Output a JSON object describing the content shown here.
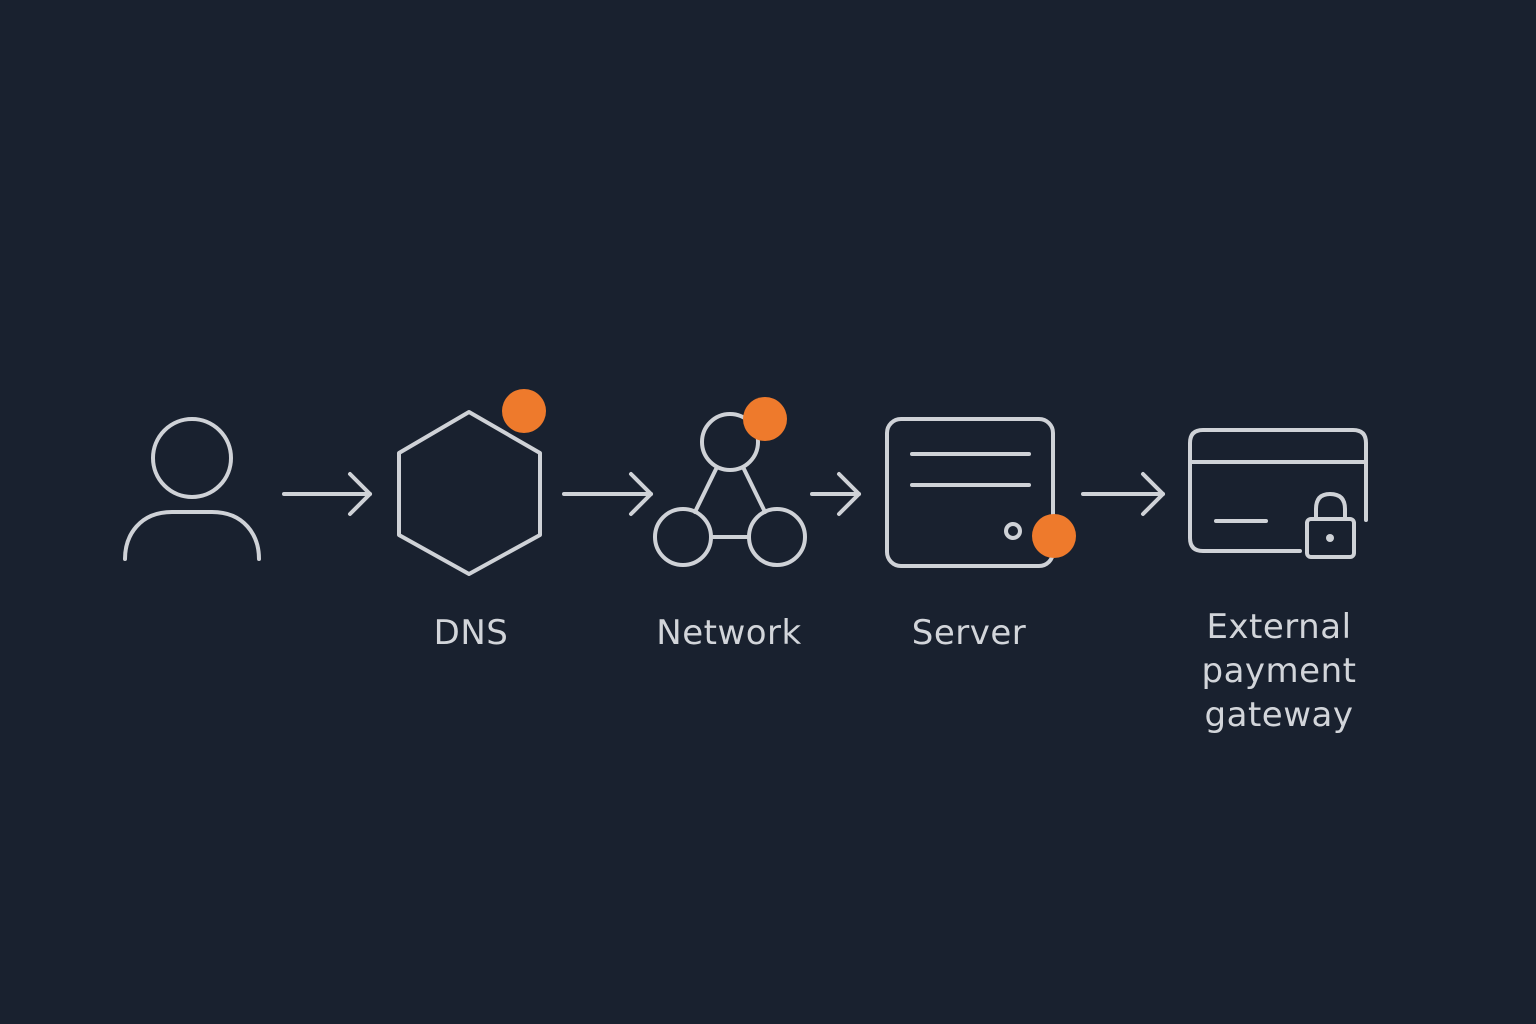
{
  "colors": {
    "background": "#19212f",
    "icon_stroke": "#cfd2d7",
    "label_text": "#d2d5da",
    "status_dot": "#ee7a2c"
  },
  "nodes": [
    {
      "id": "user",
      "icon": "user-icon",
      "label": "",
      "status_dot": false
    },
    {
      "id": "dns",
      "icon": "hexagon-icon",
      "label": "DNS",
      "status_dot": true
    },
    {
      "id": "network",
      "icon": "network-graph-icon",
      "label": "Network",
      "status_dot": true
    },
    {
      "id": "server",
      "icon": "server-icon",
      "label": "Server",
      "status_dot": true
    },
    {
      "id": "payment",
      "icon": "credit-card-lock-icon",
      "label": "External payment gateway",
      "status_dot": false
    }
  ],
  "labels": {
    "dns": "DNS",
    "network": "Network",
    "server": "Server",
    "payment_line1": "External",
    "payment_line2": "payment",
    "payment_line3": "gateway"
  },
  "connectors": [
    {
      "from": "user",
      "to": "dns",
      "icon": "arrow-right-icon"
    },
    {
      "from": "dns",
      "to": "network",
      "icon": "arrow-right-icon"
    },
    {
      "from": "network",
      "to": "server",
      "icon": "arrow-right-icon"
    },
    {
      "from": "server",
      "to": "payment",
      "icon": "arrow-right-icon"
    }
  ]
}
